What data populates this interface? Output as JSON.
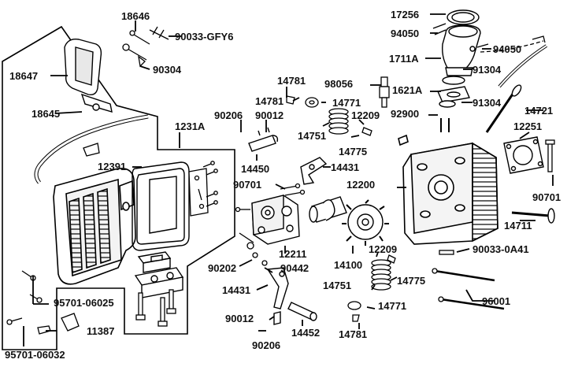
{
  "labels": {
    "p18646": "18646",
    "p90033_gfy6": "90033-GFY6",
    "p18647": "18647",
    "p90304": "90304",
    "p18645": "18645",
    "p1231a": "1231A",
    "p12391": "12391",
    "p14781_a": "14781",
    "p14781_b": "14781",
    "p98056": "98056",
    "p14771_a": "14771",
    "p90206_a": "90206",
    "p90012_a": "90012",
    "p14751_a": "14751",
    "p12209_a": "12209",
    "p14775_a": "14775",
    "p14450": "14450",
    "p14431_a": "14431",
    "p90701_a": "90701",
    "p12200": "12200",
    "p12211": "12211",
    "p14100": "14100",
    "p90202": "90202",
    "p90442": "90442",
    "p14431_b": "14431",
    "p90012_b": "90012",
    "p90206_b": "90206",
    "p14452": "14452",
    "p12209_b": "12209",
    "p14775_b": "14775",
    "p14751_b": "14751",
    "p14771_b": "14771",
    "p14781_c": "14781",
    "p17256": "17256",
    "p94050_a": "94050",
    "p94050_b": "94050",
    "p1711a": "1711A",
    "p91304_a": "91304",
    "p1621a": "1621A",
    "p91304_b": "91304",
    "p92900": "92900",
    "p14721": "14721",
    "p12251": "12251",
    "p90701_b": "90701",
    "p14711": "14711",
    "p90033_0a41": "90033-0A41",
    "p96001": "96001",
    "p95701_06025": "95701-06025",
    "p11387": "11387",
    "p95701_06032": "95701-06032"
  }
}
